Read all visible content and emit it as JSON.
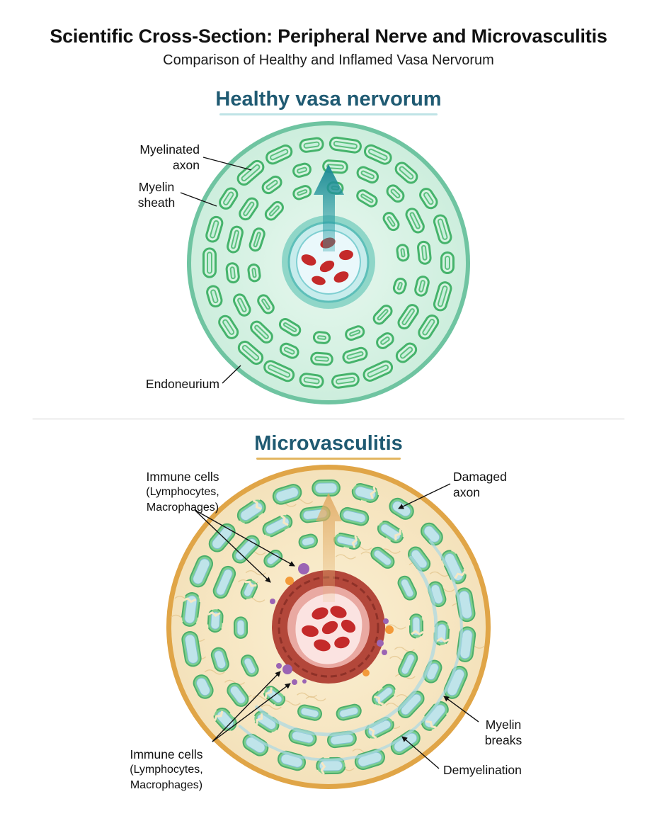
{
  "header": {
    "title": "Scientific Cross-Section: Peripheral Nerve and Microvasculitis",
    "subtitle": "Comparison of Healthy and Inflamed Vasa Nervorum"
  },
  "healthy": {
    "heading": "Healthy vasa nervorum",
    "labels": {
      "myelinated_axon": [
        "Myelinated",
        "axon"
      ],
      "myelin_sheath": [
        "Myelin",
        "sheath"
      ],
      "endoneurium": "Endoneurium"
    }
  },
  "microvasculitis": {
    "heading": "Microvasculitis",
    "labels": {
      "immune_cells_top": [
        "Immune cells",
        "(Lymphocytes,",
        "Macrophages)"
      ],
      "damaged_axon": [
        "Damaged",
        "axon"
      ],
      "myelin_breaks": [
        "Myelin",
        "breaks"
      ],
      "demyelination": "Demyelination",
      "immune_cells_bottom": [
        "Immune cells",
        "(Lymphocytes,",
        "Macrophages)"
      ]
    }
  },
  "colors": {
    "healthy_heading": "#1f5a72",
    "healthy_rule": "#bfe3e6",
    "micro_rule": "#e2b560",
    "myelin_green": "#45b36b",
    "axon_pale": "#c9efdc",
    "endoneurium_fill": "#d6f1e4",
    "inflamed_fill": "#f6e7c4",
    "inflamed_border": "#e0a547",
    "vessel_wall": "#b3473a",
    "rbc_red": "#c42a2a",
    "immune_purple": "#9b64b4",
    "immune_orange": "#f39a3a",
    "arrow_teal": "#1e8a94",
    "arrow_tan": "#e7b979"
  }
}
